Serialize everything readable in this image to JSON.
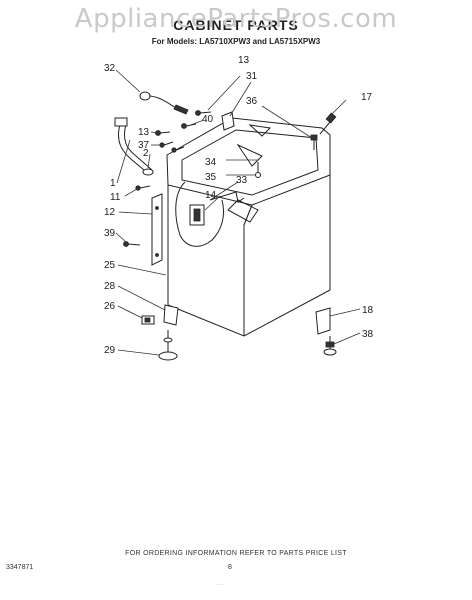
{
  "header": {
    "watermark": "AppliancePartsPros.com",
    "title": "CABINET PARTS",
    "subtitle": "For Models: LA5710XPW3 and LA5715XPW3"
  },
  "footer": {
    "note": "FOR ORDERING INFORMATION REFER TO PARTS PRICE LIST",
    "doc_number": "3347871",
    "page_number": "8"
  },
  "callouts": {
    "c13a": "13",
    "c31": "31",
    "c32": "32",
    "c17": "17",
    "c36": "36",
    "c40": "40",
    "c13b": "13",
    "c37": "37",
    "c2": "2",
    "c34": "34",
    "c35": "35",
    "c33": "33",
    "c14": "14",
    "c1": "1",
    "c11": "11",
    "c12": "12",
    "c39": "39",
    "c25": "25",
    "c28": "28",
    "c26": "26",
    "c29": "29",
    "c18": "18",
    "c38": "38"
  }
}
